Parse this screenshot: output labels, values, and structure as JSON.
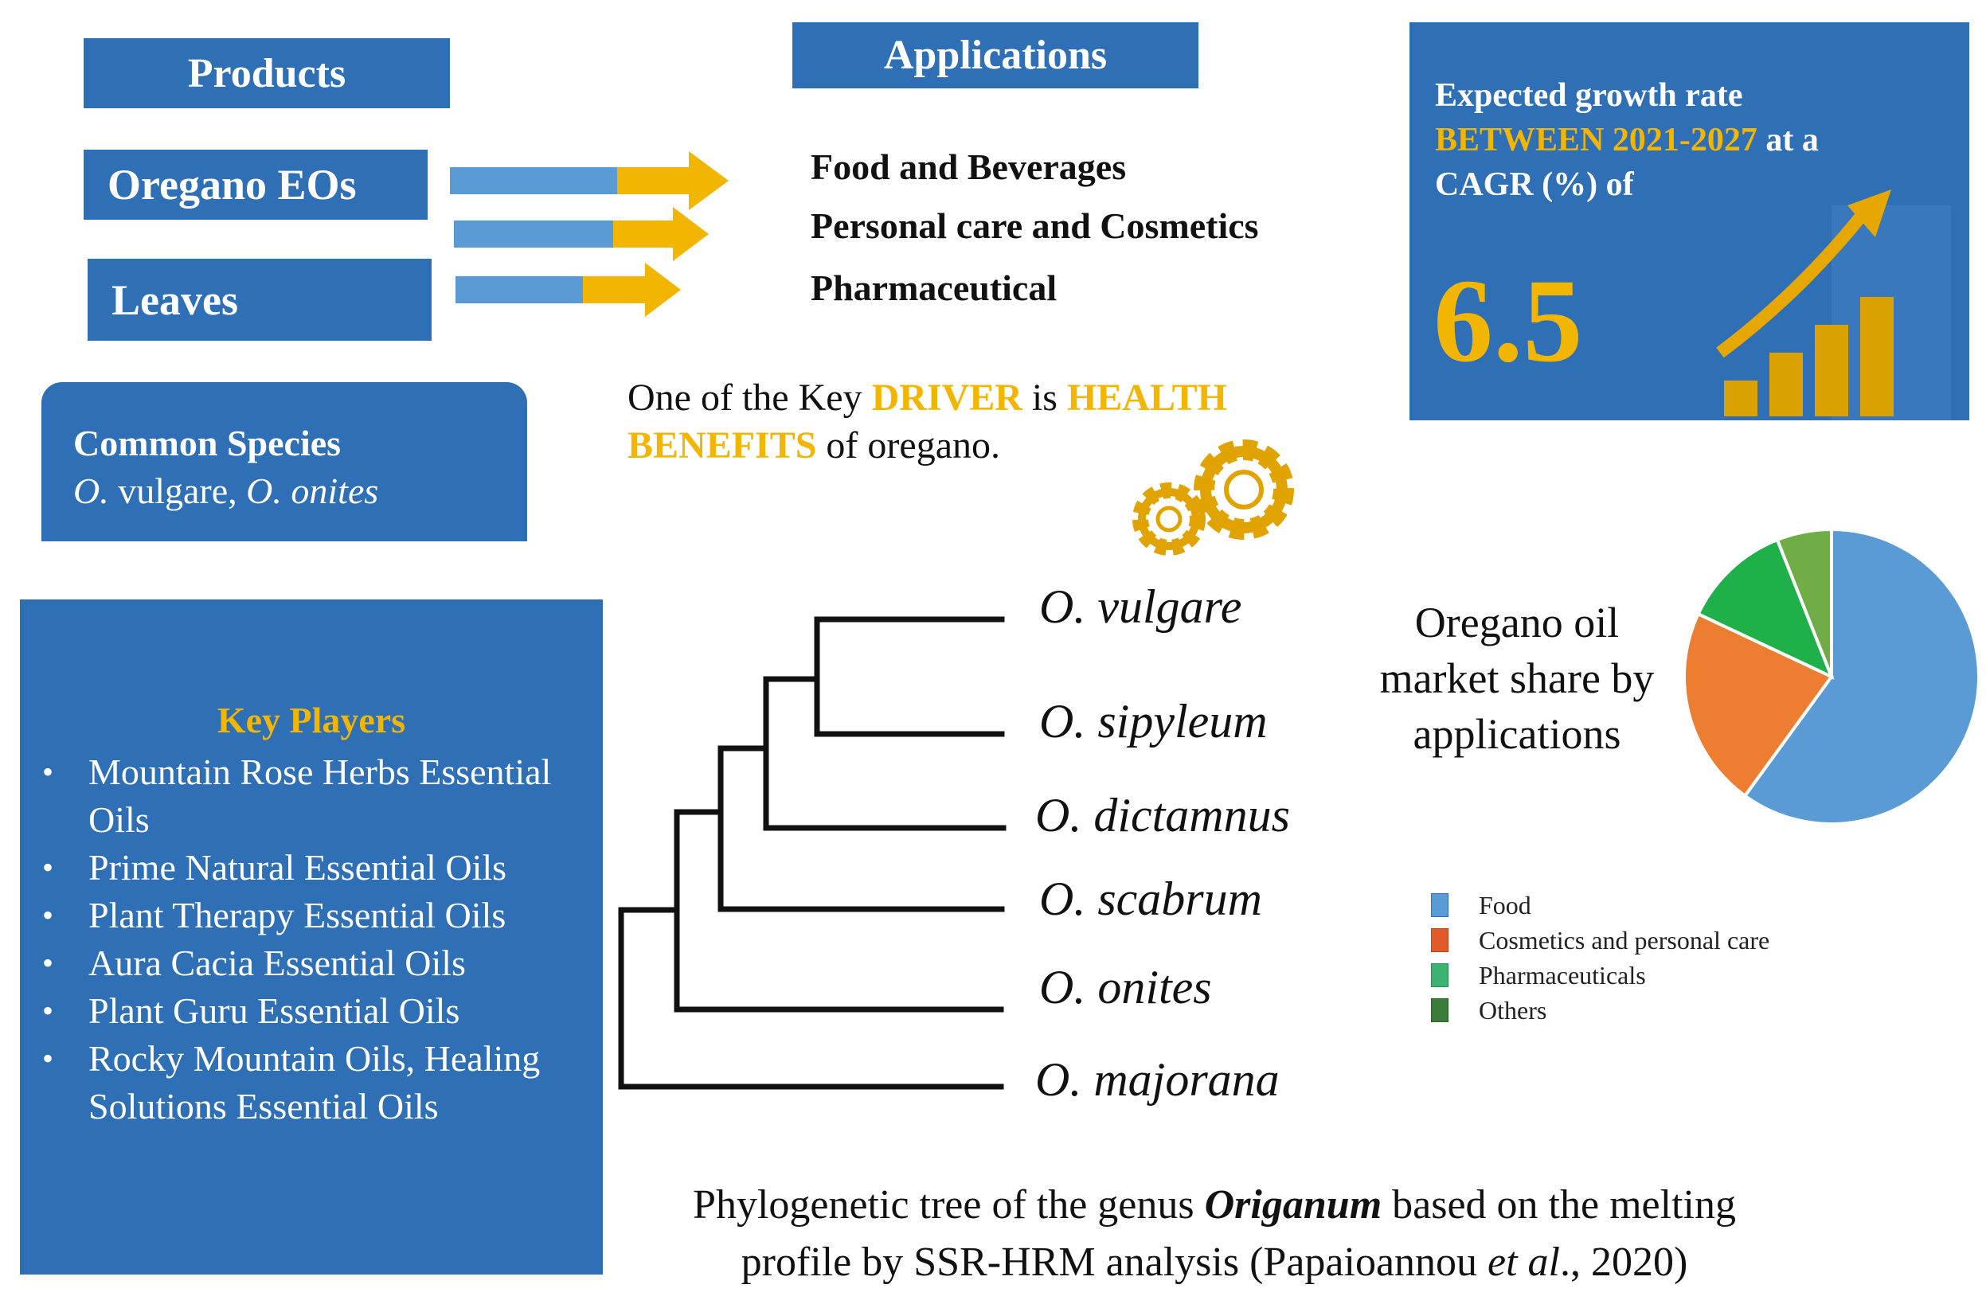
{
  "products": {
    "header": "Products",
    "items": [
      "Oregano EOs",
      "Leaves"
    ]
  },
  "applications": {
    "header": "Applications",
    "items": [
      "Food and Beverages",
      "Personal care and Cosmetics",
      "Pharmaceutical"
    ]
  },
  "growth": {
    "line1": "Expected growth rate",
    "line2_highlight": "BETWEEN 2021-2027",
    "line2_rest": " at a",
    "line3": "CAGR (%) of",
    "value": "6.5"
  },
  "driver": {
    "part1": "One of the Key ",
    "highlight1": "DRIVER",
    "part2": " is ",
    "highlight2": "HEALTH BENEFITS",
    "part3": " of oregano."
  },
  "species": {
    "title": "Common Species",
    "genus1": "O.",
    "epithet1": " vulgare,",
    "name2": " O. onites"
  },
  "key_players": {
    "title": "Key Players",
    "items": [
      "Mountain Rose Herbs Essential Oils",
      "Prime Natural Essential Oils",
      "Plant Therapy Essential Oils",
      "Aura Cacia Essential Oils",
      "Plant Guru Essential Oils",
      "Rocky Mountain Oils, Healing Solutions Essential Oils"
    ]
  },
  "tree": {
    "taxa": [
      "O. vulgare",
      "O. sipyleum",
      "O. dictamnus",
      "O. scabrum",
      "O. onites",
      "O. majorana"
    ]
  },
  "market": {
    "title": "Oregano oil market share by applications"
  },
  "chart_data": {
    "type": "pie",
    "title": "Oregano oil market share by applications",
    "slices": [
      {
        "label": "Food",
        "value": 60,
        "color": "#5b9bd5"
      },
      {
        "label": "Cosmetics and personal care",
        "value": 22,
        "color": "#ed7d31"
      },
      {
        "label": "Pharmaceuticals",
        "value": 12,
        "color": "#1fb04a"
      },
      {
        "label": "Others",
        "value": 6,
        "color": "#70ad47"
      }
    ],
    "legend_colors": [
      "#5b9bd5",
      "#e2592a",
      "#3cb371",
      "#3a7d3a"
    ],
    "legend_position": "bottom"
  },
  "caption": {
    "part1": "Phylogenetic tree of the genus ",
    "genus": "Origanum",
    "part2": " based on the melting",
    "part3": "profile by SSR-HRM analysis (Papaioannou ",
    "etal": "et al",
    "part4": "., 2020)"
  },
  "colors": {
    "panel_blue": "#2f6fb5",
    "gold": "#f2b500",
    "arrow_blue": "#5b9bd5"
  }
}
